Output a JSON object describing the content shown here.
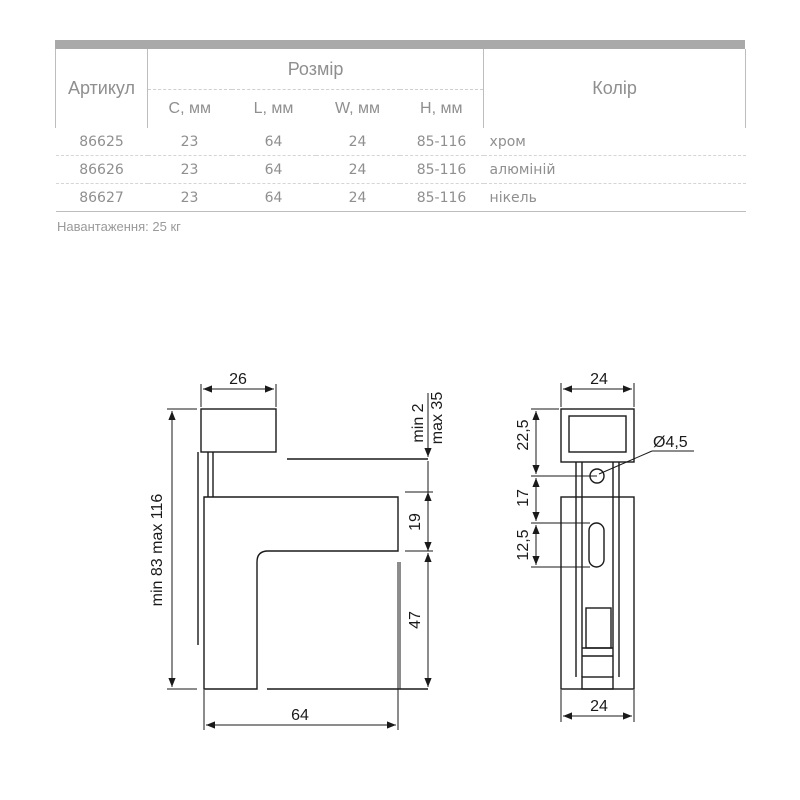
{
  "table": {
    "header_article": "Артикул",
    "header_size": "Розмір",
    "header_color": "Колір",
    "subheaders": [
      "C, мм",
      "L, мм",
      "W, мм",
      "H, мм"
    ],
    "rows": [
      {
        "article": "86625",
        "c": "23",
        "l": "64",
        "w": "24",
        "h": "85-116",
        "color": "хром"
      },
      {
        "article": "86626",
        "c": "23",
        "l": "64",
        "w": "24",
        "h": "85-116",
        "color": "алюміній"
      },
      {
        "article": "86627",
        "c": "23",
        "l": "64",
        "w": "24",
        "h": "85-116",
        "color": "нікель"
      }
    ]
  },
  "load_note": "Навантаження: 25 кг",
  "drawing": {
    "side_view": {
      "top_width": "26",
      "height_range": "min 83  max 116",
      "gap_min": "min 2",
      "gap_max": "max 35",
      "thickness": "19",
      "lower_height": "47",
      "length": "64"
    },
    "front_view": {
      "top_width": "24",
      "bottom_width": "24",
      "hole_diameter": "Ø4,5",
      "dim_top": "22,5",
      "dim_mid": "17",
      "dim_slot": "12,5"
    }
  }
}
